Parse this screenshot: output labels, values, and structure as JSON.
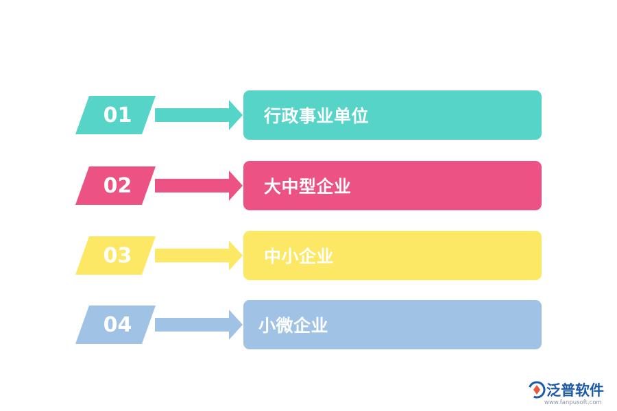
{
  "rows": [
    {
      "number": "01",
      "label": "行政事业单位",
      "color": "#56d4c8"
    },
    {
      "number": "02",
      "label": "大中型企业",
      "color": "#ec5384"
    },
    {
      "number": "03",
      "label": "中小企业",
      "color": "#fde865"
    },
    {
      "number": "04",
      "label": "小微企业",
      "color": "#9fc2e5"
    }
  ],
  "logo": {
    "icon": "fanpu-logo-icon",
    "name": "泛普软件",
    "url": "www.fanpusoft.com",
    "color": "#1c5aa8"
  }
}
